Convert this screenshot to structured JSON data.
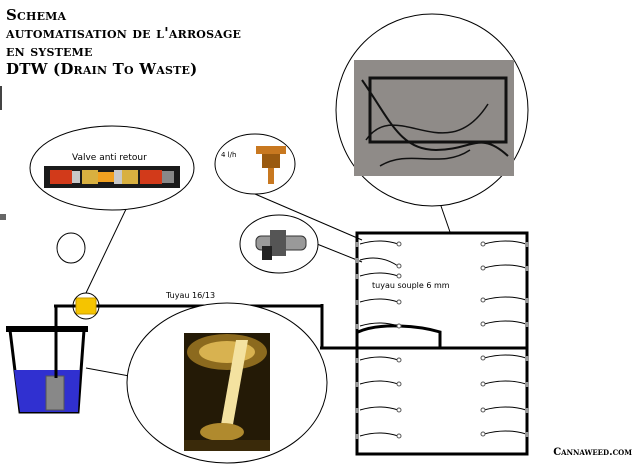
{
  "title": {
    "line1": "Schema",
    "line2": "automatisation de l'arrosage",
    "line3": "en systeme",
    "line4": "DTW (Drain To Waste)"
  },
  "labels": {
    "valve": "Valve anti retour",
    "dripper_flow": "4 l/h",
    "pipe_main": "Tuyau 16/13",
    "pipe_soft": "tuyau souple 6 mm"
  },
  "brand": "Cannaweed.com"
}
